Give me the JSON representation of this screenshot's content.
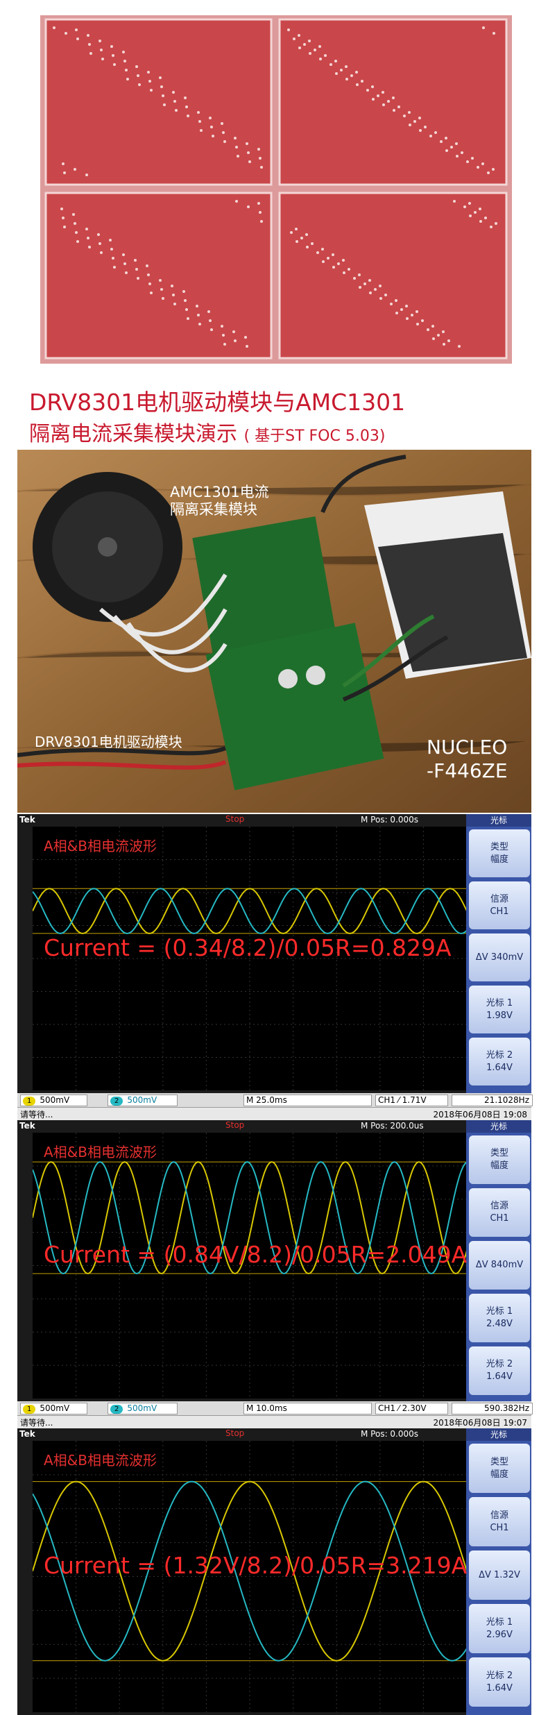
{
  "header": {
    "title_line1": "DRV8301电机驱动模块与AMC1301",
    "title_line2": "隔离电流采集模块演示",
    "title_line2_note": "( 基于ST FOC 5.03)"
  },
  "photo": {
    "label_amc": "AMC1301电流",
    "label_amc2": "隔离采集模块",
    "label_drv": "DRV8301电机驱动模块",
    "label_nucleo1": "NUCLEO",
    "label_nucleo2": "-F446ZE"
  },
  "scopes": [
    {
      "brand": "Tek",
      "trig": "Stop",
      "mpos": "M Pos: 0.000s",
      "title": "A相&B相电流波形",
      "formula": "Current = (0.34/8.2)/0.05R=0.829A",
      "panel": {
        "header": "光标",
        "b1": "类型",
        "b1b": "幅度",
        "b2": "信源",
        "b2b": "CH1",
        "b3": "ΔV 340mV",
        "b4": "光标 1",
        "b4b": "1.98V",
        "b5": "光标 2",
        "b5b": "1.64V"
      },
      "ch1": "500mV",
      "ch2": "500mV",
      "time": "M 25.0ms",
      "trigch": "CH1 ⁄ 1.71V",
      "freq": "21.1028Hz",
      "status": "请等待...",
      "datetime": "2018年06月08日 19:08",
      "amp": 0.17,
      "cycles": 6.5
    },
    {
      "brand": "Tek",
      "trig": "Stop",
      "mpos": "M Pos: 200.0us",
      "title": "A相&B相电流波形",
      "formula": "Current = (0.84V/8.2)/0.05R=2.049A",
      "panel": {
        "header": "光标",
        "b1": "类型",
        "b1b": "幅度",
        "b2": "信源",
        "b2b": "CH1",
        "b3": "ΔV 840mV",
        "b4": "光标 1",
        "b4b": "2.48V",
        "b5": "光标 2",
        "b5b": "1.64V"
      },
      "ch1": "500mV",
      "ch2": "500mV",
      "time": "M 10.0ms",
      "trigch": "CH1 ⁄ 2.30V",
      "freq": "590.382Hz",
      "status": "请等待...",
      "datetime": "2018年06月08日 19:07",
      "amp": 0.42,
      "cycles": 5.9
    },
    {
      "brand": "Tek",
      "trig": "Stop",
      "mpos": "M Pos: 0.000s",
      "title": "A相&B相电流波形",
      "formula": "Current = (1.32V/8.2)/0.05R=3.219A",
      "panel": {
        "header": "光标",
        "b1": "类型",
        "b1b": "幅度",
        "b2": "信源",
        "b2b": "CH1",
        "b3": "ΔV 1.32V",
        "b4": "光标 1",
        "b4b": "2.96V",
        "b5": "光标 2",
        "b5b": "1.64V"
      },
      "ch1": "",
      "ch2": "",
      "time": "",
      "trigch": "",
      "freq": "",
      "status": "",
      "datetime": "",
      "amp": 0.66,
      "cycles": 2.5
    }
  ]
}
